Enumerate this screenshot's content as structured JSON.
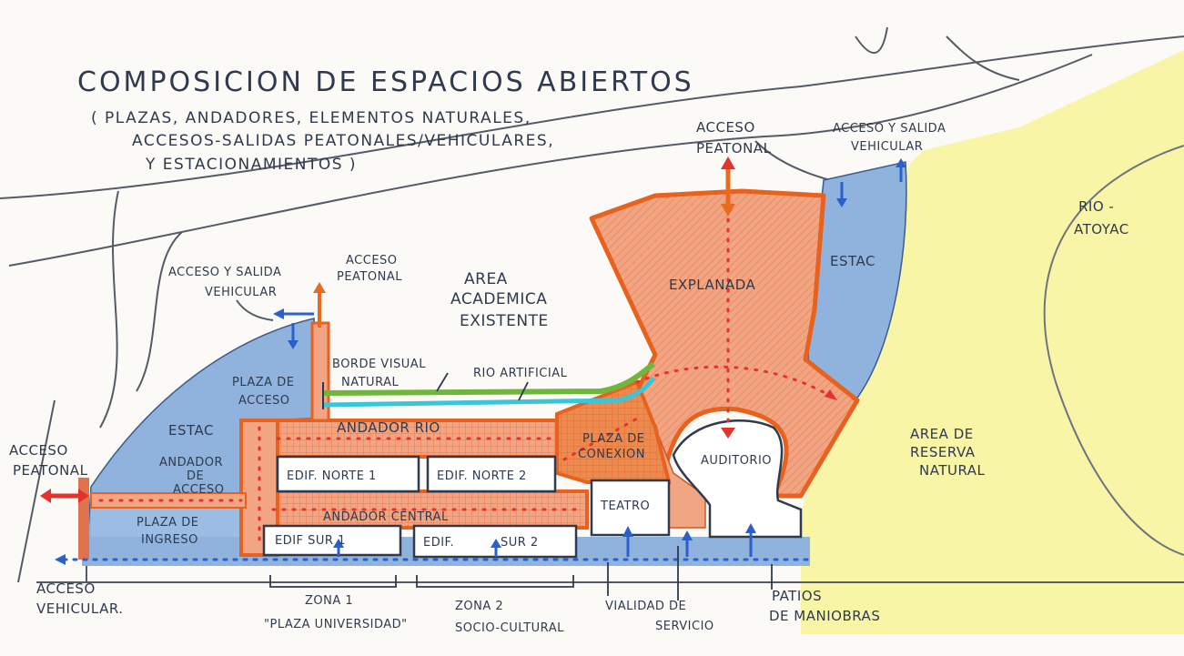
{
  "title": "COMPOSICION DE ESPACIOS ABIERTOS",
  "subtitle_lines": [
    "( PLAZAS, ANDADORES, ELEMENTOS NATURALES,",
    "ACCESOS-SALIDAS PEATONALES/VEHICULARES,",
    "Y ESTACIONAMIENTOS )"
  ],
  "labels": {
    "acceso_peatonal_top_1": "ACCESO",
    "acceso_peatonal_top_2": "PEATONAL",
    "acceso_salida_vehicular_top_1": "ACCESO Y SALIDA",
    "acceso_salida_vehicular_top_2": "VEHICULAR",
    "rio_1": "RIO -",
    "rio_2": "ATOYAC",
    "acceso_salida_vehicular_left_1": "ACCESO Y SALIDA",
    "acceso_salida_vehicular_left_2": "VEHICULAR",
    "acceso_peatonal_mid_1": "ACCESO",
    "acceso_peatonal_mid_2": "PEATONAL",
    "area_academica_1": "AREA",
    "area_academica_2": "ACADEMICA",
    "area_academica_3": "EXISTENTE",
    "explanada": "EXPLANADA",
    "estac_right": "ESTAC",
    "borde_visual_1": "BORDE VISUAL",
    "borde_visual_2": "NATURAL",
    "rio_artificial": "RIO ARTIFICIAL",
    "plaza_acceso_1": "PLAZA DE",
    "plaza_acceso_2": "ACCESO",
    "estac_left": "ESTAC",
    "andador_rio": "ANDADOR RIO",
    "plaza_conexion_1": "PLAZA DE",
    "plaza_conexion_2": "CONEXION",
    "auditorio": "AUDITORIO",
    "area_reserva_1": "AREA DE",
    "area_reserva_2": "RESERVA",
    "area_reserva_3": "NATURAL",
    "acceso_peatonal_left_1": "ACCESO",
    "acceso_peatonal_left_2": "PEATONAL",
    "andador_acceso_1": "ANDADOR",
    "andador_acceso_2": "DE",
    "andador_acceso_3": "ACCESO",
    "edif_norte_1": "EDIF. NORTE 1",
    "edif_norte_2": "EDIF. NORTE 2",
    "teatro": "TEATRO",
    "andador_central": "ANDADOR CENTRAL",
    "plaza_ingreso_1": "PLAZA DE",
    "plaza_ingreso_2": "INGRESO",
    "edif_sur_1": "EDIF SUR 1",
    "edif_sur_2_a": "EDIF.",
    "edif_sur_2_b": "SUR 2",
    "acceso_vehicular_1": "ACCESO",
    "acceso_vehicular_2": "VEHICULAR.",
    "zona1_1": "ZONA 1",
    "zona1_2": "\"PLAZA UNIVERSIDAD\"",
    "zona2_1": "ZONA 2",
    "zona2_2": "SOCIO-CULTURAL",
    "vialidad_1": "VIALIDAD DE",
    "vialidad_2": "SERVICIO",
    "patios_1": "PATIOS",
    "patios_2": "DE MANIOBRAS"
  },
  "colors": {
    "paper": "#fbfaf6",
    "ink": "#2f3a4e",
    "plaza_fill": "#f2a583",
    "plaza_outline": "#e8621f",
    "parking_blue": "#8fb3dd",
    "arrow_blue": "#2a5fd0",
    "arrow_red": "#e5322d",
    "reserve_yellow": "#f8f5a6",
    "green_edge": "#6fb63a",
    "water_cyan": "#39c6d8"
  }
}
